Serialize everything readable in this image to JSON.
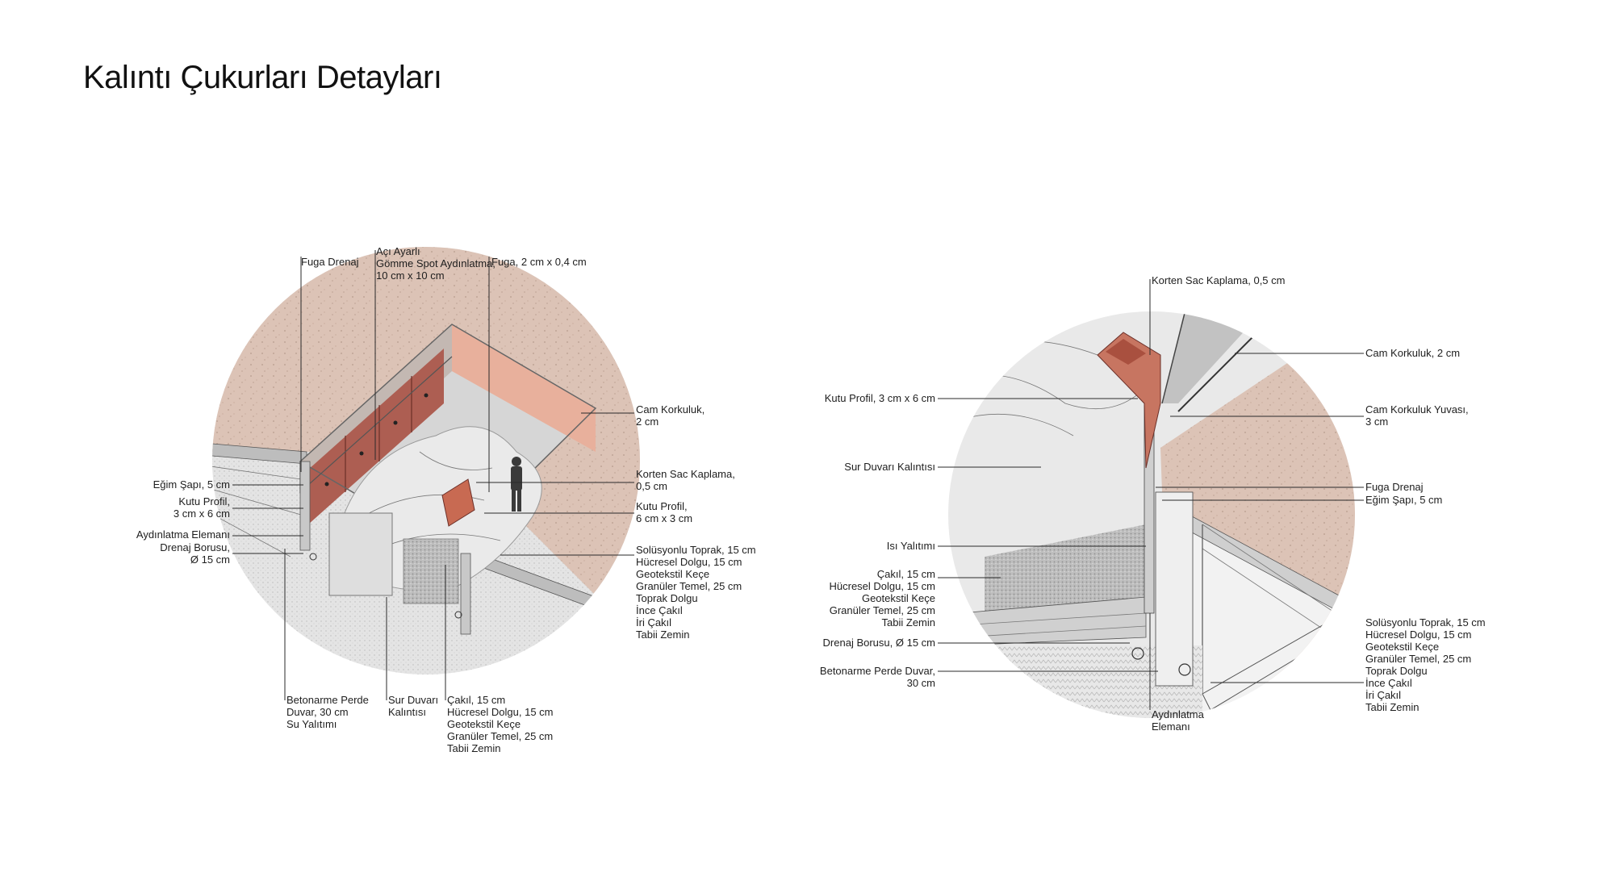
{
  "title": "Kalıntı Çukurları Detayları",
  "colors": {
    "soil": "#dcc3b6",
    "ground": "#e3e3e3",
    "corten": "#b8645a",
    "corten_light": "#de9c86",
    "glass": "#cfcfcf",
    "gravel": "#b8b8b8",
    "remains": "#ececec"
  },
  "left_detail": {
    "labels": [
      {
        "id": "fuga-drenaj",
        "lines": [
          "Fuga Drenaj"
        ]
      },
      {
        "id": "aci-ayarli-spot",
        "lines": [
          "Açı Ayarlı",
          "Gömme Spot Aydınlatma,",
          "10 cm x 10 cm"
        ]
      },
      {
        "id": "fuga",
        "lines": [
          "Fuga, 2 cm x 0,4 cm"
        ]
      },
      {
        "id": "cam-korkuluk",
        "lines": [
          "Cam Korkuluk,",
          "2 cm"
        ]
      },
      {
        "id": "korten-sac",
        "lines": [
          "Korten Sac Kaplama,",
          "0,5 cm"
        ]
      },
      {
        "id": "kutu-profil-6x3",
        "lines": [
          "Kutu Profil,",
          "6 cm x 3 cm"
        ]
      },
      {
        "id": "katmanlar-sag",
        "lines": [
          "Solüsyonlu Toprak, 15 cm",
          "Hücresel Dolgu, 15 cm",
          "Geotekstil Keçe",
          "Granüler Temel, 25 cm",
          "Toprak Dolgu",
          "İnce Çakıl",
          "İri Çakıl",
          "Tabii Zemin"
        ]
      },
      {
        "id": "egim-sapi",
        "lines": [
          "Eğim Şapı, 5 cm"
        ]
      },
      {
        "id": "kutu-profil-3x6",
        "lines": [
          "Kutu Profil,",
          "3 cm x 6 cm"
        ]
      },
      {
        "id": "aydinlatma-elemani",
        "lines": [
          "Aydınlatma Elemanı"
        ]
      },
      {
        "id": "drenaj-borusu",
        "lines": [
          "Drenaj Borusu,",
          "Ø 15 cm"
        ]
      },
      {
        "id": "betonarme-perde",
        "lines": [
          "Betonarme Perde",
          "Duvar, 30 cm",
          "Su Yalıtımı"
        ]
      },
      {
        "id": "sur-duvari",
        "lines": [
          "Sur Duvarı",
          "Kalıntısı"
        ]
      },
      {
        "id": "katmanlar-alt",
        "lines": [
          "Çakıl, 15 cm",
          "Hücresel Dolgu, 15 cm",
          "Geotekstil Keçe",
          "Granüler Temel, 25 cm",
          "Tabii Zemin"
        ]
      }
    ]
  },
  "right_detail": {
    "labels": [
      {
        "id": "korten-sac",
        "lines": [
          "Korten Sac Kaplama, 0,5 cm"
        ]
      },
      {
        "id": "cam-korkuluk",
        "lines": [
          "Cam Korkuluk, 2 cm"
        ]
      },
      {
        "id": "cam-korkuluk-yuvasi",
        "lines": [
          "Cam Korkuluk Yuvası,",
          "3 cm"
        ]
      },
      {
        "id": "fuga-drenaj",
        "lines": [
          "Fuga Drenaj"
        ]
      },
      {
        "id": "egim-sapi",
        "lines": [
          "Eğim Şapı, 5 cm"
        ]
      },
      {
        "id": "katmanlar-sag",
        "lines": [
          "Solüsyonlu Toprak, 15 cm",
          "Hücresel Dolgu, 15 cm",
          "Geotekstil Keçe",
          "Granüler Temel, 25 cm",
          "Toprak Dolgu",
          "İnce Çakıl",
          "İri Çakıl",
          "Tabii Zemin"
        ]
      },
      {
        "id": "kutu-profil",
        "lines": [
          "Kutu Profil, 3 cm x 6 cm"
        ]
      },
      {
        "id": "sur-duvari",
        "lines": [
          "Sur Duvarı Kalıntısı"
        ]
      },
      {
        "id": "isi-yalitimi",
        "lines": [
          "Isı Yalıtımı"
        ]
      },
      {
        "id": "katmanlar-sol",
        "lines": [
          "Çakıl, 15 cm",
          "Hücresel Dolgu, 15 cm",
          "Geotekstil Keçe",
          "Granüler Temel, 25 cm",
          "Tabii Zemin"
        ]
      },
      {
        "id": "drenaj-borusu",
        "lines": [
          "Drenaj Borusu, Ø 15 cm"
        ]
      },
      {
        "id": "betonarme-perde",
        "lines": [
          "Betonarme Perde Duvar,",
          "30 cm"
        ]
      },
      {
        "id": "aydinlatma-elemani",
        "lines": [
          "Aydınlatma",
          "Elemanı"
        ]
      }
    ]
  }
}
